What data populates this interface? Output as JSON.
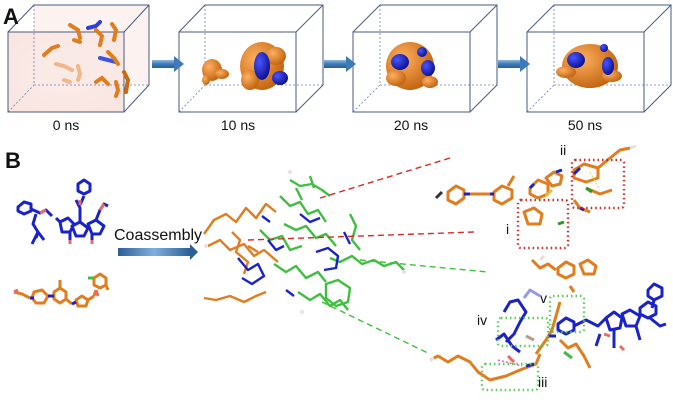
{
  "panel_a": {
    "label": "A",
    "frames": [
      {
        "time": "0 ns"
      },
      {
        "time": "10 ns"
      },
      {
        "time": "20 ns"
      },
      {
        "time": "50 ns"
      }
    ]
  },
  "panel_b": {
    "label": "B",
    "process_label": "Coassembly",
    "interaction_labels": [
      "i",
      "ii",
      "iii",
      "iv",
      "v"
    ]
  },
  "colors": {
    "box_edge": "#4a5a80",
    "arrow": "#3d7bb8",
    "orange_molecule": "#e07d1e",
    "blue_molecule": "#1a23c8",
    "green_molecule": "#3fbf3f",
    "red_dash": "#d42a2a",
    "green_dash": "#3fbf3f",
    "red_dotted_box": "#d42a2a",
    "green_dotted_box": "#5ccc5c"
  }
}
